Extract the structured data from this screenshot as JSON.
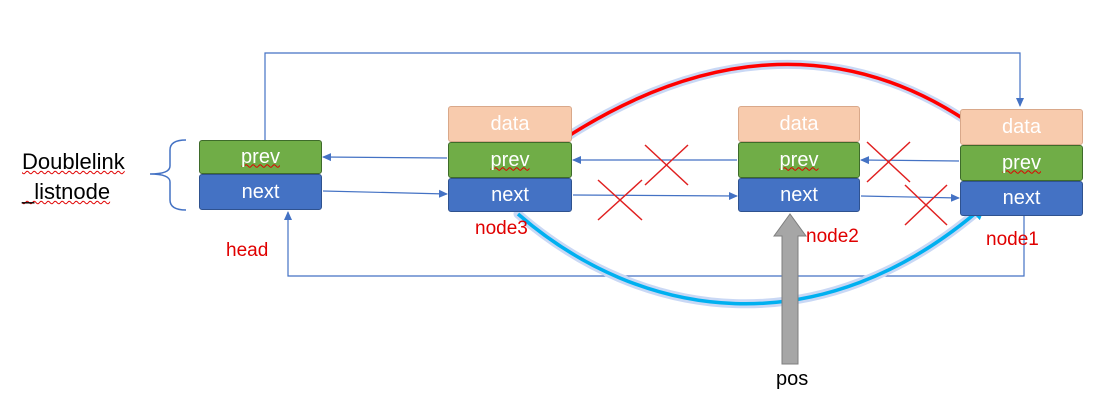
{
  "legend": {
    "line1": "Doublelink",
    "line2": "_listnode"
  },
  "fields": {
    "data": "data",
    "prev": "prev",
    "next": "next"
  },
  "labels": {
    "head": "head",
    "node3": "node3",
    "node2": "node2",
    "node1": "node1",
    "pos": "pos"
  },
  "colors": {
    "data_fill": "#f8cbad",
    "prev_fill": "#70ad47",
    "next_fill": "#4472c4",
    "link_line": "#4472c4",
    "cross": "#e02020",
    "red_arrow": "#ff0000",
    "blue_arrow": "#00b0f0",
    "pos_arrow": "#a6a6a6",
    "label_red": "#e00000"
  }
}
